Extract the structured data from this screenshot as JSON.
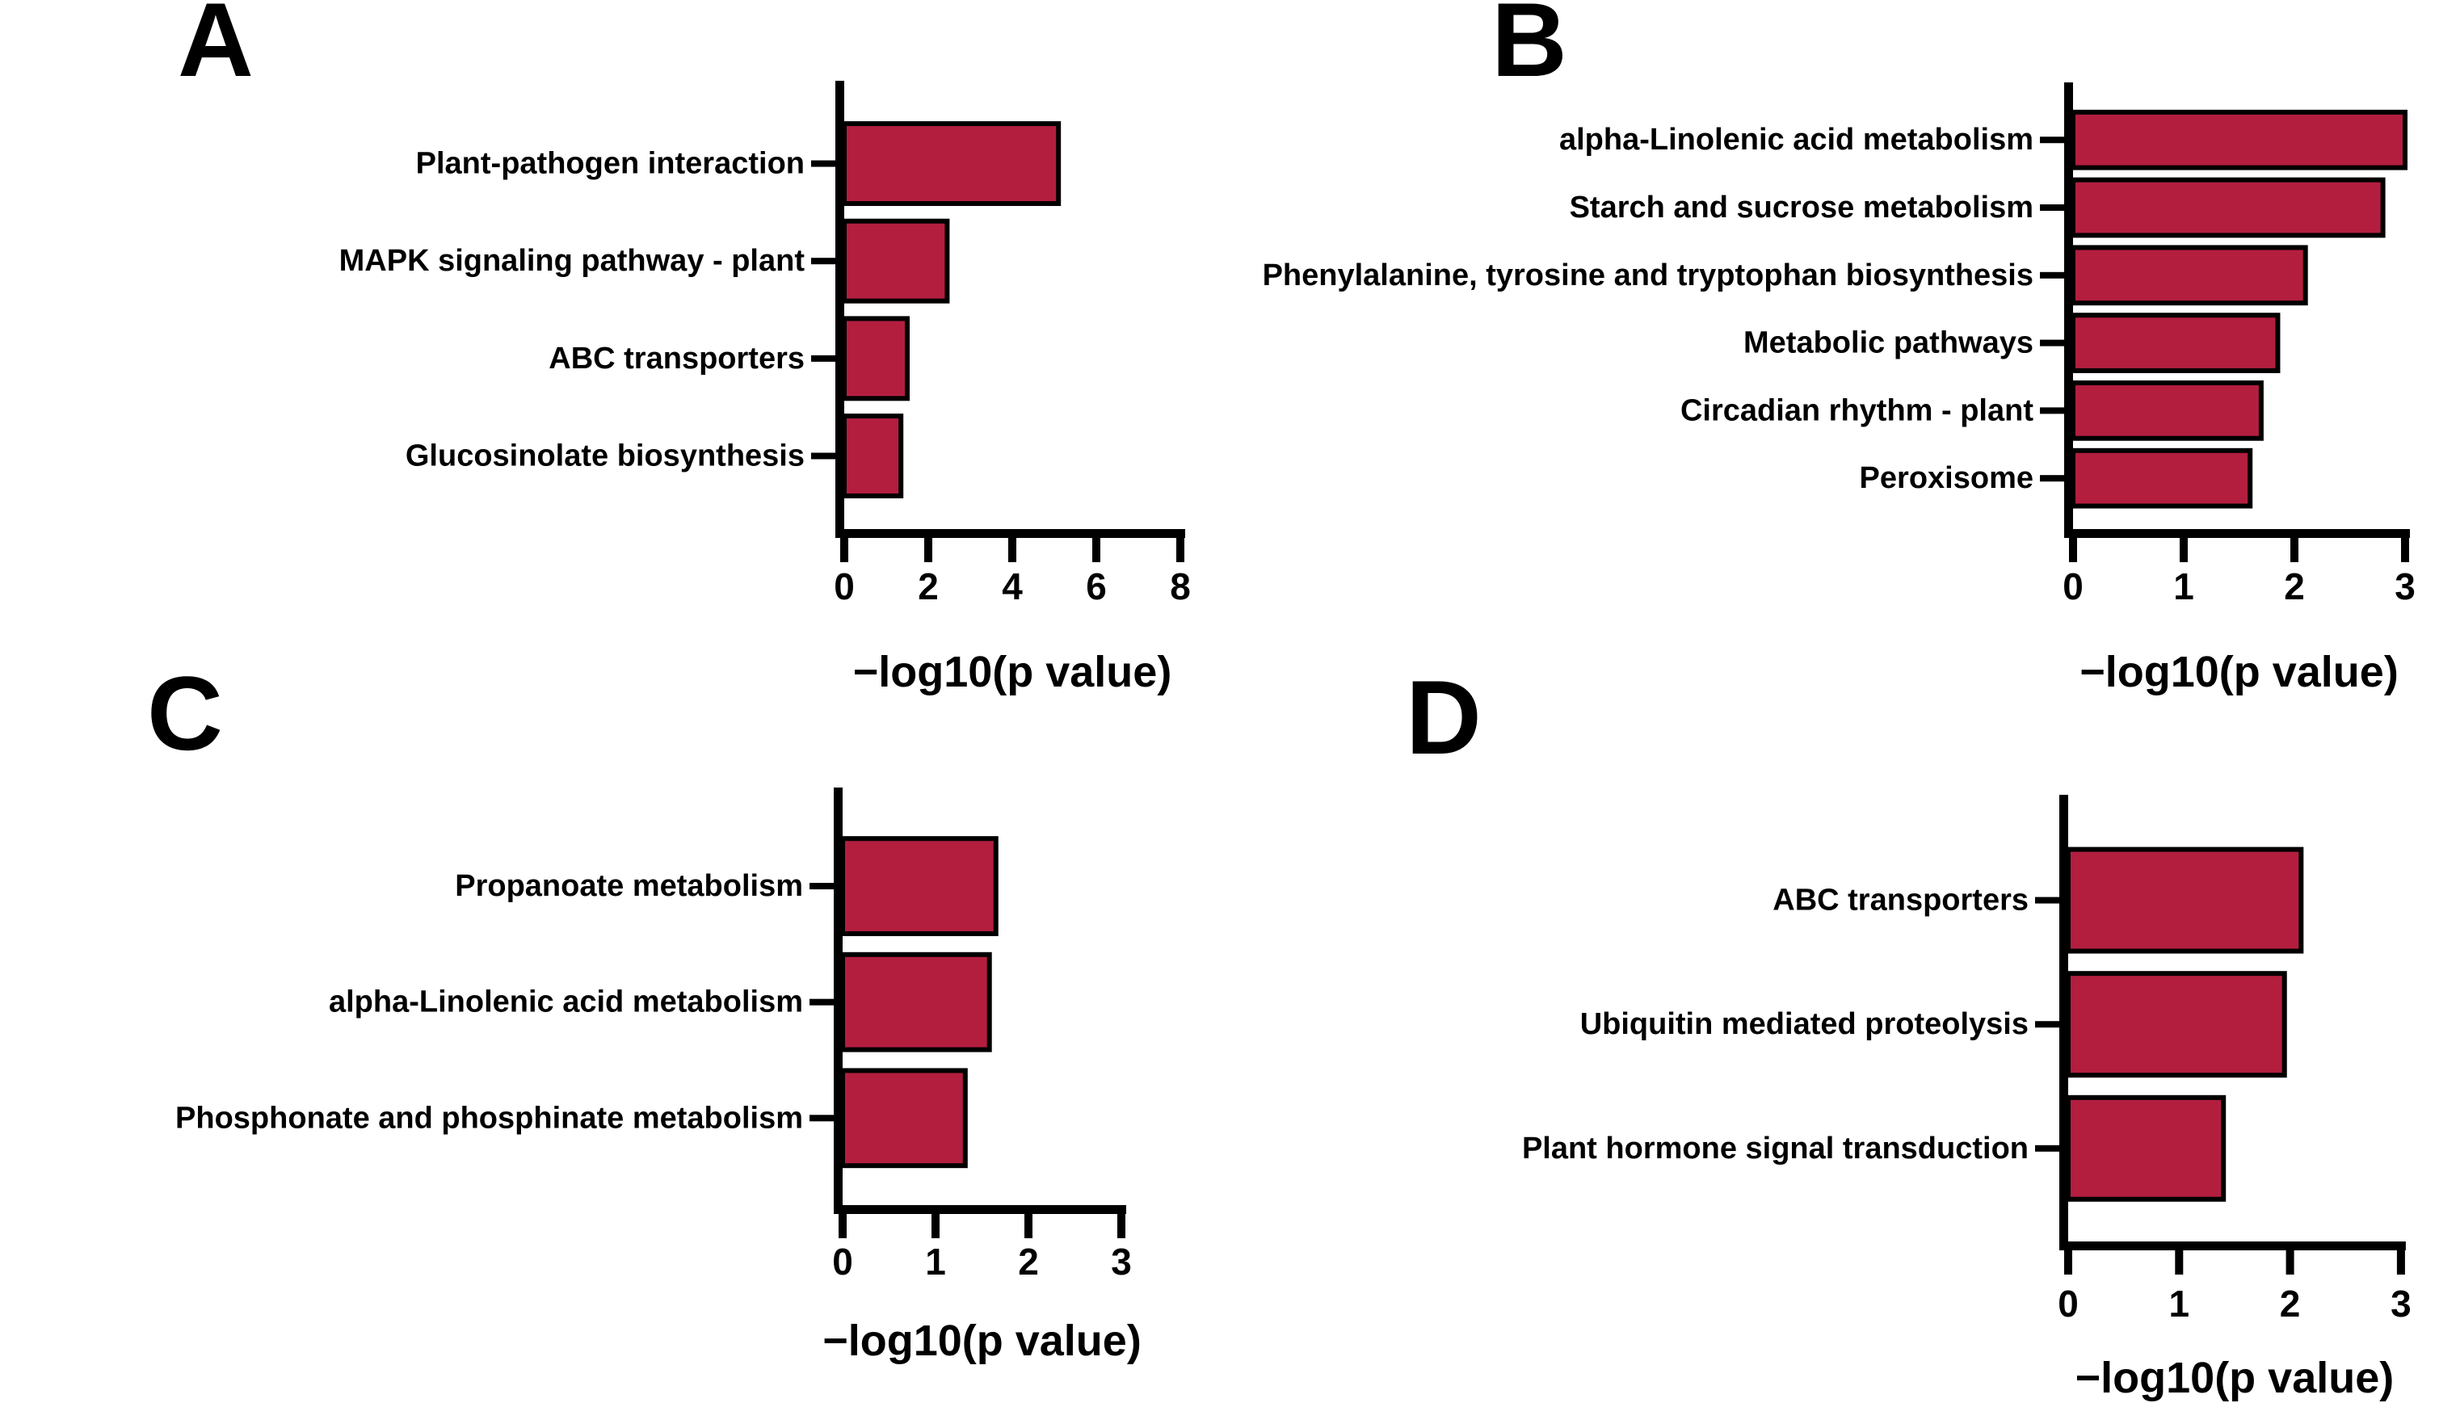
{
  "figure": {
    "bar_fill_color": "#B31E3F",
    "axis_color": "#000000",
    "background_color": "#FFFFFF"
  },
  "chart_data": [
    {
      "type": "bar",
      "orientation": "horizontal",
      "panel_label": "A",
      "categories": [
        "Plant-pathogen interaction",
        "MAPK signaling pathway - plant",
        "ABC transporters",
        "Glucosinolate biosynthesis"
      ],
      "values": [
        5.1,
        2.45,
        1.5,
        1.35
      ],
      "xlabel": "−log10(p value)",
      "xlim": [
        0,
        8
      ],
      "xticks": [
        0,
        2,
        4,
        6,
        8
      ],
      "grid": false,
      "legend": "none"
    },
    {
      "type": "bar",
      "orientation": "horizontal",
      "panel_label": "B",
      "categories": [
        "alpha-Linolenic acid metabolism",
        "Starch and sucrose metabolism",
        "Phenylalanine, tyrosine and tryptophan biosynthesis",
        "Metabolic pathways",
        "Circadian rhythm - plant",
        "Peroxisome"
      ],
      "values": [
        3.0,
        2.8,
        2.1,
        1.85,
        1.7,
        1.6
      ],
      "xlabel": "−log10(p value)",
      "xlim": [
        0,
        3
      ],
      "xticks": [
        0,
        1,
        2,
        3
      ],
      "grid": false,
      "legend": "none"
    },
    {
      "type": "bar",
      "orientation": "horizontal",
      "panel_label": "C",
      "categories": [
        "Propanoate metabolism",
        "alpha-Linolenic acid metabolism",
        "Phosphonate and phosphinate metabolism"
      ],
      "values": [
        1.65,
        1.58,
        1.32
      ],
      "xlabel": "−log10(p value)",
      "xlim": [
        0,
        3
      ],
      "xticks": [
        0,
        1,
        2,
        3
      ],
      "grid": false,
      "legend": "none"
    },
    {
      "type": "bar",
      "orientation": "horizontal",
      "panel_label": "D",
      "categories": [
        "ABC transporters",
        "Ubiquitin mediated proteolysis",
        "Plant hormone signal transduction"
      ],
      "values": [
        2.1,
        1.95,
        1.4
      ],
      "xlabel": "−log10(p value)",
      "xlim": [
        0,
        3
      ],
      "xticks": [
        0,
        1,
        2,
        3
      ],
      "grid": false,
      "legend": "none"
    }
  ]
}
